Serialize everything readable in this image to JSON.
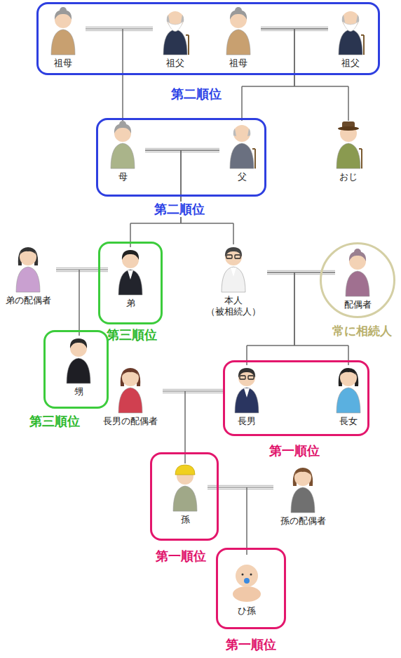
{
  "diagram": {
    "nodes": [
      {
        "text": [
          "第二順位"
        ]
      },
      {
        "text": [
          "祖母"
        ],
        "in": 0
      },
      {
        "text": [
          "祖父"
        ],
        "in": 0
      },
      {
        "text": [
          "祖母"
        ],
        "in": 0
      },
      {
        "text": [
          "祖父"
        ],
        "in": 0
      },
      {
        "text": [
          "第二順位"
        ]
      },
      {
        "text": [
          "母"
        ],
        "in": 5
      },
      {
        "text": [
          "父"
        ],
        "in": 5
      },
      {
        "text": [
          "おじ"
        ]
      },
      {
        "text": [
          "弟の配偶者"
        ]
      },
      {
        "text": [
          "第三順位"
        ]
      },
      {
        "text": [
          "弟"
        ],
        "in": 10
      },
      {
        "text": [
          "本人 （被相続人）"
        ]
      },
      {
        "text": [
          "常に相続人"
        ]
      },
      {
        "text": [
          "配偶者"
        ],
        "in": 13
      },
      {
        "text": [
          "第三順位"
        ]
      },
      {
        "text": [
          "甥"
        ],
        "in": 15
      },
      {
        "text": [
          "長男の配偶者"
        ]
      },
      {
        "text": [
          "第一順位"
        ]
      },
      {
        "text": [
          "長男"
        ],
        "in": 18
      },
      {
        "text": [
          "長女"
        ],
        "in": 18
      },
      {
        "text": [
          "第一順位"
        ]
      },
      {
        "text": [
          "孫"
        ],
        "in": 21
      },
      {
        "text": [
          "孫の配偶者"
        ]
      },
      {
        "text": [
          "第一順位"
        ]
      },
      {
        "text": [
          "ひ孫"
        ],
        "in": 24
      }
    ],
    "edges": [
      {
        "from": 1,
        "to": 2,
        "arrow": "none"
      },
      {
        "from": 3,
        "to": 4,
        "arrow": "none"
      },
      {
        "from": 1,
        "to": 6,
        "arrow": "none"
      },
      {
        "from": 2,
        "to": 6,
        "arrow": "none"
      },
      {
        "from": 3,
        "to": 7,
        "arrow": "none"
      },
      {
        "from": 3,
        "to": 8,
        "arrow": "none"
      },
      {
        "from": 4,
        "to": 7,
        "arrow": "none"
      },
      {
        "from": 4,
        "to": 8,
        "arrow": "none"
      },
      {
        "from": 6,
        "to": 7,
        "arrow": "none"
      },
      {
        "from": 6,
        "to": 11,
        "arrow": "none"
      },
      {
        "from": 6,
        "to": 12,
        "arrow": "none"
      },
      {
        "from": 7,
        "to": 11,
        "arrow": "none"
      },
      {
        "from": 7,
        "to": 12,
        "arrow": "none"
      },
      {
        "from": 9,
        "to": 11,
        "arrow": "none"
      },
      {
        "from": 9,
        "to": 16,
        "arrow": "none"
      },
      {
        "from": 11,
        "to": 16,
        "arrow": "none"
      },
      {
        "from": 12,
        "to": 14,
        "arrow": "none"
      },
      {
        "from": 12,
        "to": 19,
        "arrow": "none"
      },
      {
        "from": 12,
        "to": 20,
        "arrow": "none"
      },
      {
        "from": 14,
        "to": 19,
        "arrow": "none"
      },
      {
        "from": 14,
        "to": 20,
        "arrow": "none"
      },
      {
        "from": 17,
        "to": 19,
        "arrow": "none"
      },
      {
        "from": 17,
        "to": 22,
        "arrow": "none"
      },
      {
        "from": 19,
        "to": 22,
        "arrow": "none"
      },
      {
        "from": 22,
        "to": 23,
        "arrow": "none"
      },
      {
        "from": 22,
        "to": 25,
        "arrow": "none"
      },
      {
        "from": 23,
        "to": 25,
        "arrow": "none"
      }
    ]
  }
}
